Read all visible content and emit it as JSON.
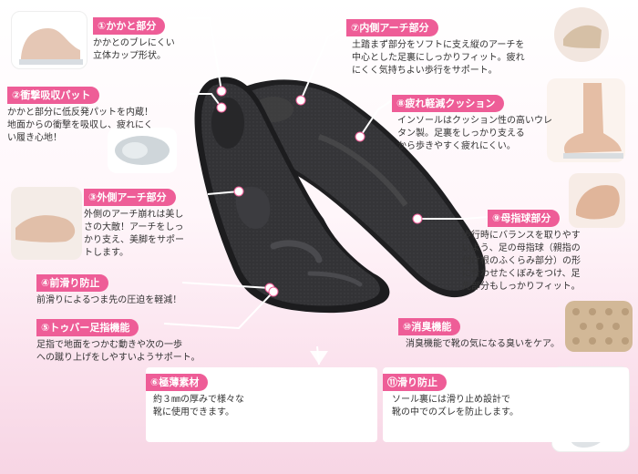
{
  "features": [
    {
      "title": "①かかと部分",
      "body": [
        "かかとのブレにくい",
        "立体カップ形状。"
      ]
    },
    {
      "title": "②衝撃吸収パット",
      "body": [
        "かかと部分に低反発パットを内蔵！",
        "地面からの衝撃を吸収し、疲れにく",
        "い履き心地！"
      ]
    },
    {
      "title": "③外側アーチ部分",
      "body": [
        "外側のアーチ崩れは美し",
        "さの大敵！アーチをしっ",
        "かり支え、美脚をサポー",
        "トします。"
      ]
    },
    {
      "title": "④前滑り防止",
      "body": [
        "前滑りによるつま先の圧迫を軽減！"
      ]
    },
    {
      "title": "⑤トゥバー足指機能",
      "body": [
        "足指で地面をつかむ動きや次の一歩",
        "への蹴り上げをしやすいようサポート。"
      ]
    },
    {
      "title": "⑥極薄素材",
      "body": [
        "約３㎜の厚みで様々な",
        "靴に使用できます。"
      ]
    },
    {
      "title": "⑦内側アーチ部分",
      "body": [
        "土踏まず部分をソフトに支え縦のアーチを",
        "中心とした足裏にしっかりフィット。疲れ",
        "にくく気持ちよい歩行をサポート。"
      ]
    },
    {
      "title": "⑧疲れ軽減クッション",
      "body": [
        "インソールはクッション性の高いウレ",
        "タン製。足裏をしっかり支える",
        "から歩きやすく疲れにくい。"
      ]
    },
    {
      "title": "⑨母指球部分",
      "body": [
        "歩行時にバランスを取りやす",
        "いよう、足の母指球（親指の",
        "付け根のふくらみ部分）の形",
        "に合わせたくぼみをつけ、足",
        "先部分もしっかりフィット。"
      ]
    },
    {
      "title": "⑩消臭機能",
      "body": [
        "消臭機能で靴の気になる臭いをケア。"
      ]
    },
    {
      "title": "⑪滑り防止",
      "body": [
        "ソール裏には滑り止め設計で",
        "靴の中でのズレを防止します。"
      ]
    }
  ],
  "colors": {
    "accent": "#ee5d97",
    "insole": "#2f2f31",
    "background_bottom": "#f7d5e4"
  }
}
